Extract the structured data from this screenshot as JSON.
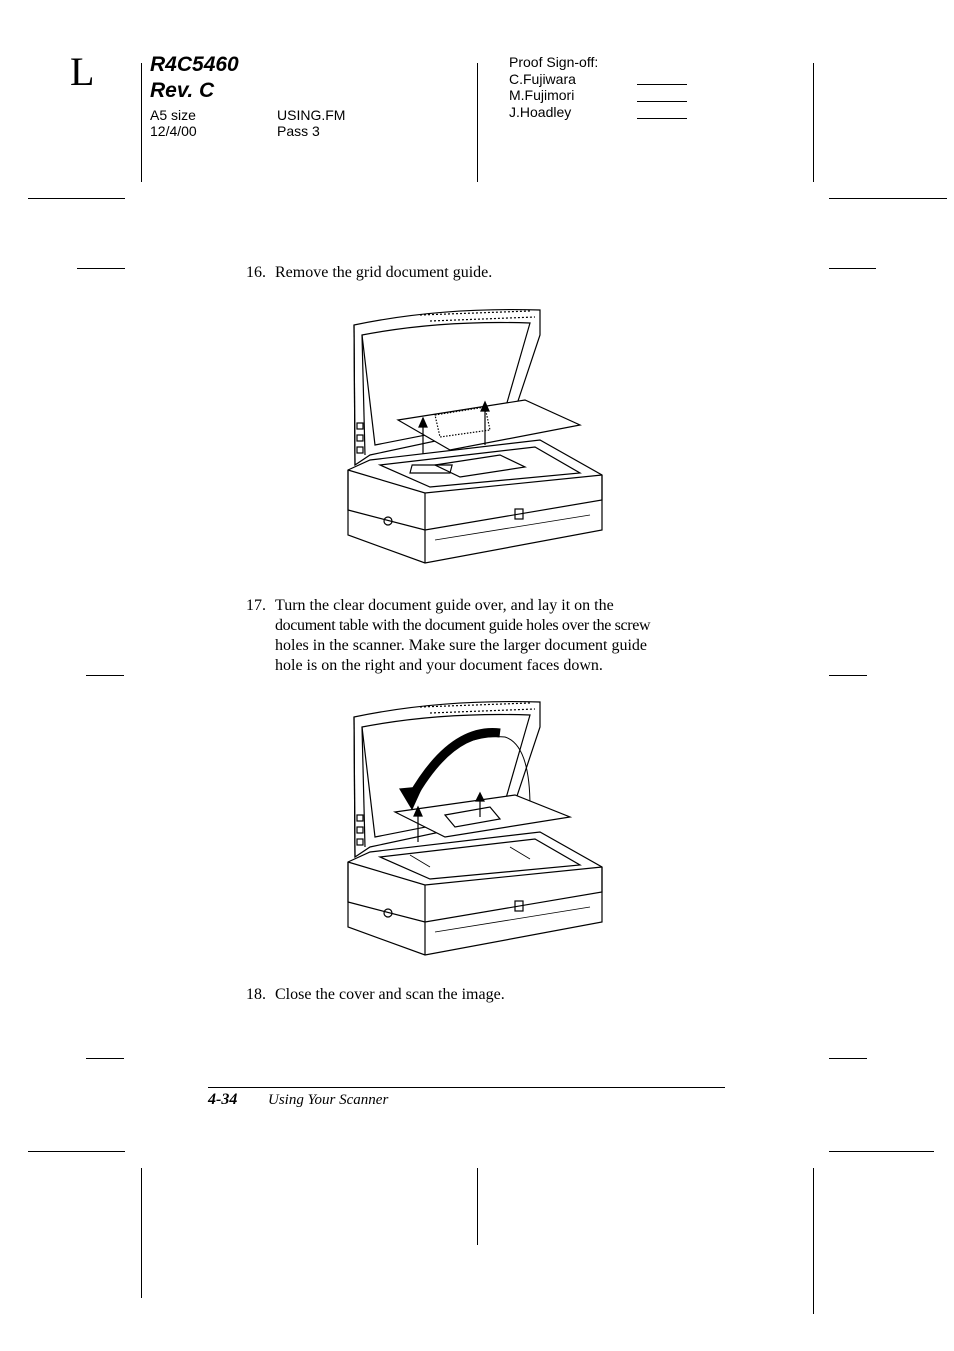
{
  "header": {
    "side_letter": "L",
    "model": "R4C5460",
    "revision": "Rev. C",
    "size": "A5 size",
    "date": "12/4/00",
    "file": "USING.FM",
    "pass": "Pass 3",
    "signoff_title": "Proof Sign-off:",
    "signoff_names": [
      "C.Fujiwara",
      "M.Fujimori",
      "J.Hoadley"
    ]
  },
  "steps": [
    {
      "number": "16.",
      "text": "Remove the grid document guide."
    },
    {
      "number": "17.",
      "lines": [
        "Turn the clear document guide over, and lay it on the",
        "document table with the document guide holes over the screw",
        "holes in the scanner. Make sure the larger document guide",
        "hole is on the right and your document faces down."
      ]
    },
    {
      "number": "18.",
      "text": "Close the cover and scan the image."
    }
  ],
  "figures": [
    {
      "icon": "scanner-remove-guide-illustration"
    },
    {
      "icon": "scanner-lay-guide-illustration"
    }
  ],
  "footer": {
    "page_number": "4-34",
    "section_title": "Using Your Scanner"
  }
}
